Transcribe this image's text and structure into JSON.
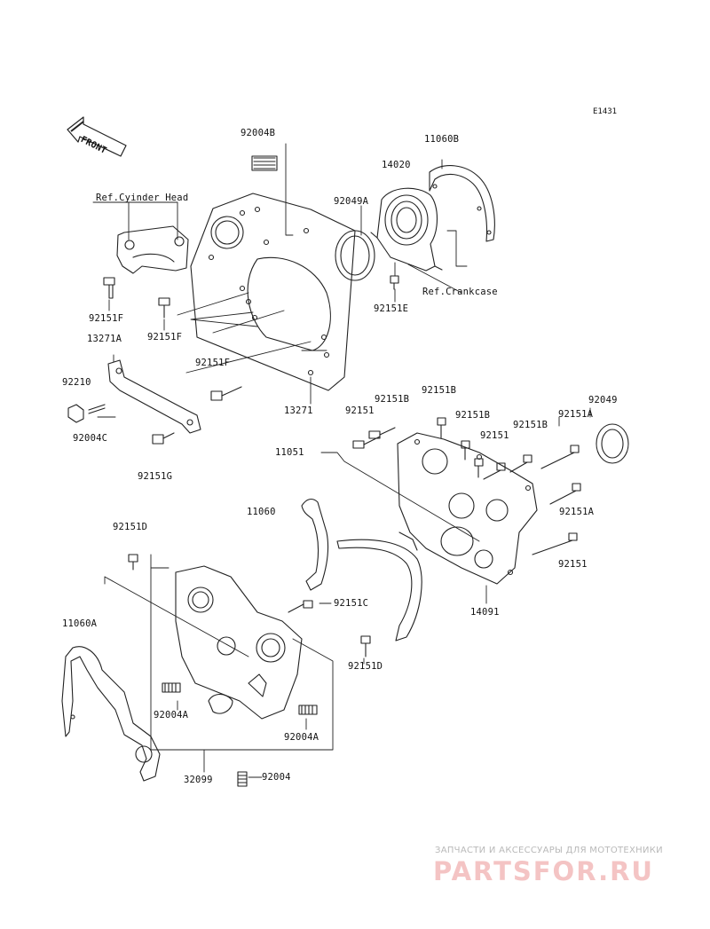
{
  "diagram_code": "E1431",
  "front_label": "FRONT",
  "references": {
    "cylinder_head": "Ref.Cyinder Head",
    "crankcase": "Ref.Crankcase"
  },
  "parts": {
    "p92004B": "92004B",
    "p11060B": "11060B",
    "p14020": "14020",
    "p92049A": "92049A",
    "p92151E": "92151E",
    "p92151F_a": "92151F",
    "p92151F_b": "92151F",
    "p92151F_c": "92151F",
    "p13271A": "13271A",
    "p92210": "92210",
    "p92004C": "92004C",
    "p92151G": "92151G",
    "p13271": "13271",
    "p92151_a": "92151",
    "p92151B_a": "92151B",
    "p92151B_b": "92151B",
    "p92151B_c": "92151B",
    "p92151B_d": "92151B",
    "p92151_b": "92151",
    "p92151A_a": "92151A",
    "p92049": "92049",
    "p11051": "11051",
    "p92151A_b": "92151A",
    "p11060": "11060",
    "p92151D_a": "92151D",
    "p92151_c": "92151",
    "p14091": "14091",
    "p92151C": "92151C",
    "p11060A": "11060A",
    "p92151D_b": "92151D",
    "p92004A_a": "92004A",
    "p92004A_b": "92004A",
    "p32099": "32099",
    "p92004": "92004"
  },
  "watermark": {
    "tagline": "ЗАПЧАСТИ И АКСЕССУАРЫ ДЛЯ МОТОТЕХНИКИ",
    "brand": "PARTSFOR.RU"
  }
}
